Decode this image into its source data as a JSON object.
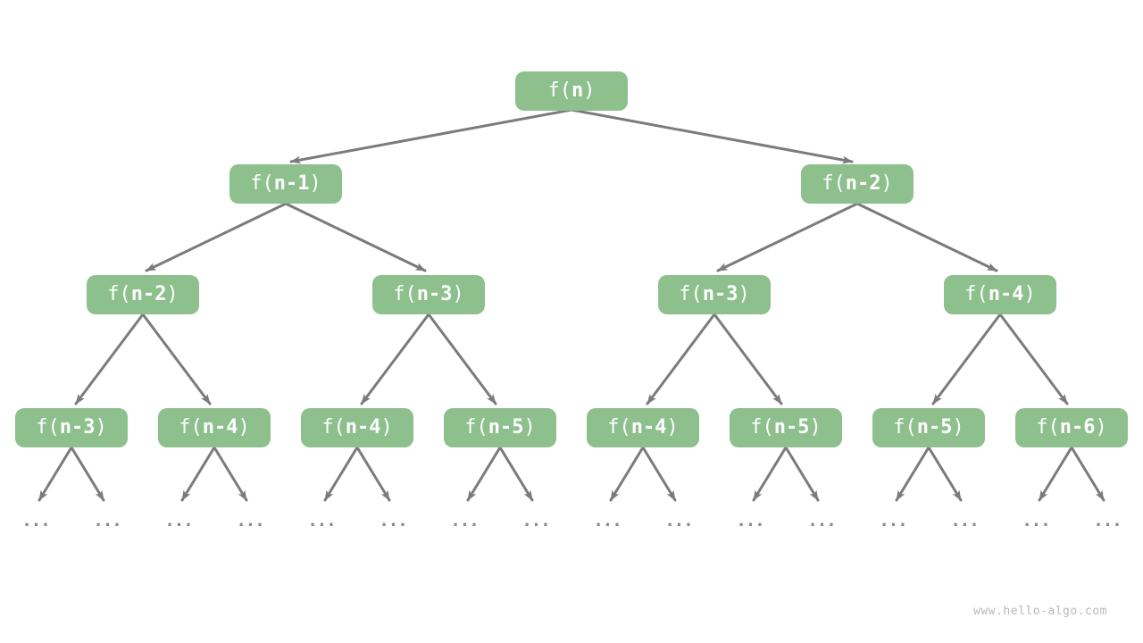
{
  "colors": {
    "node_bg": "#8ec08d",
    "node_text": "#ffffff",
    "edge": "#7b7b7b",
    "ellipsis": "#8a8a8a",
    "watermark": "#b9b9b9",
    "background": "#ffffff"
  },
  "watermark": "www.hello-algo.com",
  "ellipsis": "...",
  "tree": {
    "description": "recursion-tree",
    "levels": [
      {
        "nodes": [
          {
            "label": "f(n)",
            "pre": "f(",
            "arg": "n",
            "post": ")"
          }
        ]
      },
      {
        "nodes": [
          {
            "label": "f(n-1)",
            "pre": "f(",
            "arg": "n-1",
            "post": ")"
          },
          {
            "label": "f(n-2)",
            "pre": "f(",
            "arg": "n-2",
            "post": ")"
          }
        ]
      },
      {
        "nodes": [
          {
            "label": "f(n-2)",
            "pre": "f(",
            "arg": "n-2",
            "post": ")"
          },
          {
            "label": "f(n-3)",
            "pre": "f(",
            "arg": "n-3",
            "post": ")"
          },
          {
            "label": "f(n-3)",
            "pre": "f(",
            "arg": "n-3",
            "post": ")"
          },
          {
            "label": "f(n-4)",
            "pre": "f(",
            "arg": "n-4",
            "post": ")"
          }
        ]
      },
      {
        "nodes": [
          {
            "label": "f(n-3)",
            "pre": "f(",
            "arg": "n-3",
            "post": ")"
          },
          {
            "label": "f(n-4)",
            "pre": "f(",
            "arg": "n-4",
            "post": ")"
          },
          {
            "label": "f(n-4)",
            "pre": "f(",
            "arg": "n-4",
            "post": ")"
          },
          {
            "label": "f(n-5)",
            "pre": "f(",
            "arg": "n-5",
            "post": ")"
          },
          {
            "label": "f(n-4)",
            "pre": "f(",
            "arg": "n-4",
            "post": ")"
          },
          {
            "label": "f(n-5)",
            "pre": "f(",
            "arg": "n-5",
            "post": ")"
          },
          {
            "label": "f(n-5)",
            "pre": "f(",
            "arg": "n-5",
            "post": ")"
          },
          {
            "label": "f(n-6)",
            "pre": "f(",
            "arg": "n-6",
            "post": ")"
          }
        ]
      }
    ]
  }
}
